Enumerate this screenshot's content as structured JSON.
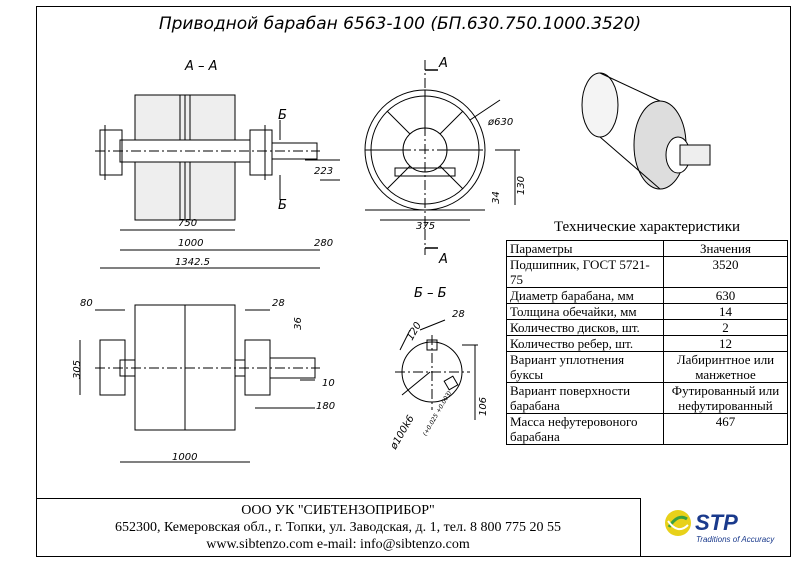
{
  "title": "Приводной барабан 6563-100 (БП.630.750.1000.3520)",
  "views": {
    "section_aa": "А – А",
    "section_bb": "Б – Б",
    "mark_a": "А",
    "mark_b": "Б"
  },
  "dimensions": {
    "d630": "ø630",
    "d223": "223",
    "d130": "130",
    "d34": "34",
    "d375": "375",
    "d750": "750",
    "d1000_top": "1000",
    "d280": "280",
    "d1342": "1342.5",
    "d80": "80",
    "d28_side": "28",
    "d36": "36",
    "d305": "305",
    "d10": "10",
    "d180": "180",
    "d1000_bottom": "1000",
    "d120": "120",
    "d28_sec": "28",
    "d106": "106",
    "d100": "ø100k6",
    "d100_tol": "(+0.025 +0.003)"
  },
  "specs": {
    "heading": "Технические характеристики",
    "col_param": "Параметры",
    "col_value": "Значения",
    "rows": [
      {
        "param": "Подшипник, ГОСТ 5721-75",
        "value": "3520"
      },
      {
        "param": "Диаметр барабана, мм",
        "value": "630"
      },
      {
        "param": "Толщина обечайки, мм",
        "value": "14"
      },
      {
        "param": "Количество дисков, шт.",
        "value": "2"
      },
      {
        "param": "Количество ребер, шт.",
        "value": "12"
      },
      {
        "param": "Вариант уплотнения буксы",
        "value": "Лабиринтное или манжетное"
      },
      {
        "param": "Вариант поверхности барабана",
        "value": "Футированный или нефутированный"
      },
      {
        "param": "Масса нефутеровоного барабана",
        "value": "467"
      }
    ]
  },
  "footer": {
    "company": "ООО УК \"СИБТЕНЗОПРИБОР\"",
    "address": "652300, Кемеровская обл., г. Топки, ул. Заводская, д. 1, тел. 8 800 775 20 55",
    "web": "www.sibtenzo.com e-mail: info@sibtenzo.com"
  },
  "logo": {
    "name": "STP",
    "tagline": "Traditions of Accuracy",
    "colors": {
      "blue": "#1a3a8c",
      "yellow": "#e8d11a",
      "green": "#3aa040"
    }
  }
}
